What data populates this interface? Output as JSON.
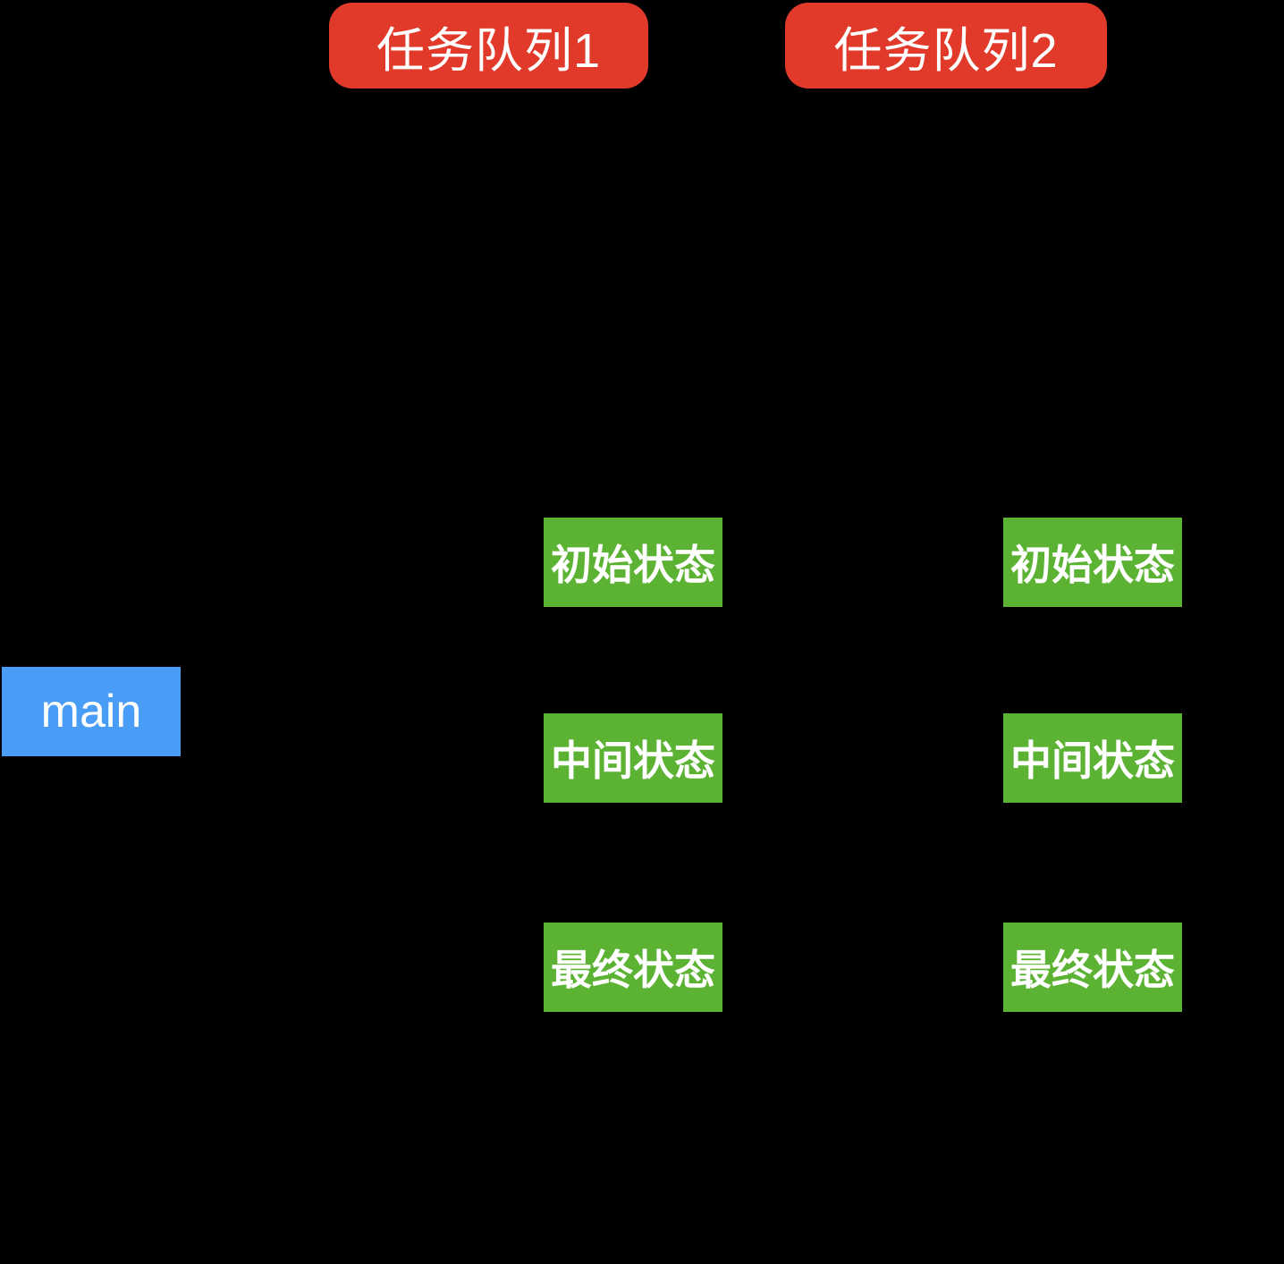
{
  "background": "#000000",
  "colors": {
    "queue_pill": "#E13A2B",
    "state_box": "#5BB233",
    "main_box": "#4A9DF6",
    "text": "#FFFFFF"
  },
  "main": {
    "label": "main"
  },
  "columns": [
    {
      "queue_label": "任务队列1",
      "states": [
        {
          "label": "初始状态"
        },
        {
          "label": "中间状态"
        },
        {
          "label": "最终状态"
        }
      ]
    },
    {
      "queue_label": "任务队列2",
      "states": [
        {
          "label": "初始状态"
        },
        {
          "label": "中间状态"
        },
        {
          "label": "最终状态"
        }
      ]
    }
  ]
}
